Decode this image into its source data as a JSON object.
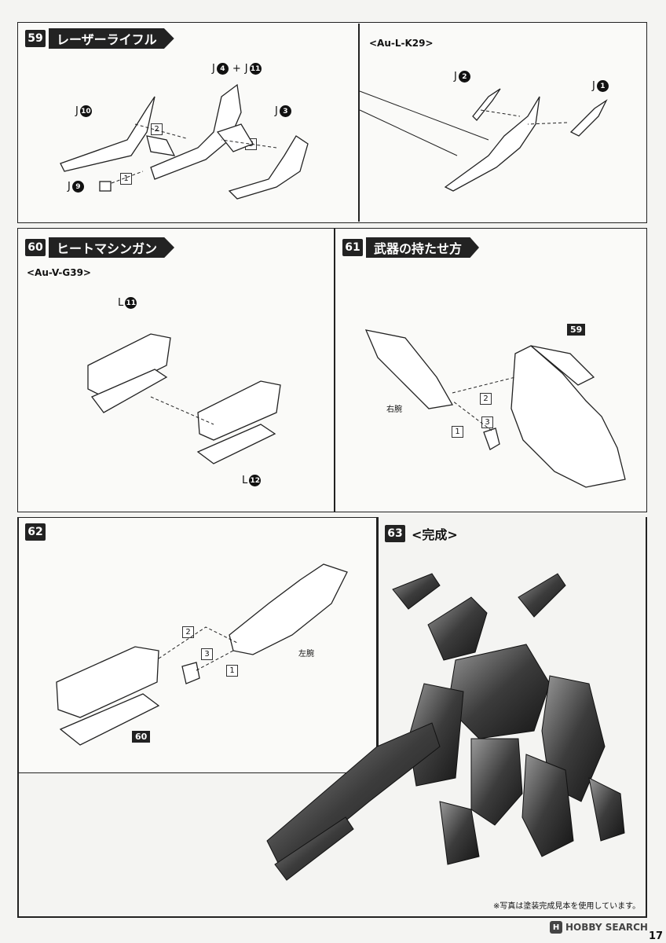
{
  "steps": {
    "s59": {
      "num": "59",
      "title": "レーザーライフル",
      "labels": {
        "j10_prefix": "J",
        "j10": "10",
        "j4_prefix": "J",
        "j4": "4",
        "plus": "+",
        "j11_prefix": "J",
        "j11": "11",
        "j3_prefix": "J",
        "j3": "3",
        "j9_prefix": "J",
        "j9": "9"
      },
      "seq": [
        "1",
        "2",
        "3"
      ]
    },
    "s59b": {
      "model": "<Au-L-K29>",
      "labels": {
        "j2_prefix": "J",
        "j2": "2",
        "j1_prefix": "J",
        "j1": "1"
      }
    },
    "s60": {
      "num": "60",
      "title": "ヒートマシンガン",
      "model": "<Au-V-G39>",
      "labels": {
        "l11_prefix": "L",
        "l11": "11",
        "l12_prefix": "L",
        "l12": "12"
      }
    },
    "s61": {
      "num": "61",
      "title": "武器の持たせ方",
      "ref": "59",
      "arm": "右腕",
      "seq": [
        "1",
        "2",
        "3"
      ]
    },
    "s62": {
      "num": "62",
      "ref": "60",
      "arm": "左腕",
      "seq": [
        "1",
        "2",
        "3"
      ]
    },
    "s63": {
      "num": "63",
      "title": "<完成>"
    }
  },
  "footer": {
    "note": "※写真は塗装完成見本を使用しています。",
    "watermark": "HOBBY SEARCH",
    "watermark_icon": "H",
    "page": "17"
  }
}
